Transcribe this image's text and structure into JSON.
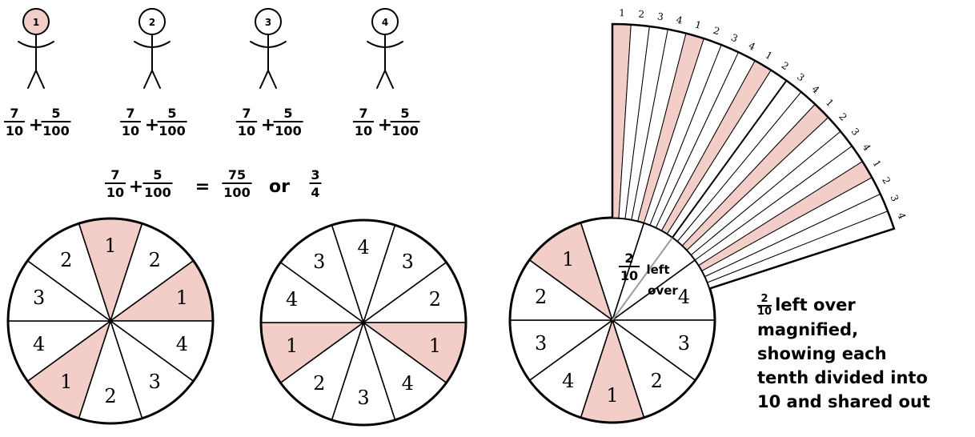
{
  "colors": {
    "shade": "#f3cdc8",
    "line": "#000000",
    "divider": "#9a9a9a"
  },
  "people": [
    {
      "label": "1",
      "shaded": true,
      "frac_a": {
        "num": "7",
        "den": "10"
      },
      "op": "+",
      "frac_b": {
        "num": "5",
        "den": "100"
      }
    },
    {
      "label": "2",
      "shaded": false,
      "frac_a": {
        "num": "7",
        "den": "10"
      },
      "op": "+",
      "frac_b": {
        "num": "5",
        "den": "100"
      }
    },
    {
      "label": "3",
      "shaded": false,
      "frac_a": {
        "num": "7",
        "den": "10"
      },
      "op": "+",
      "frac_b": {
        "num": "5",
        "den": "100"
      }
    },
    {
      "label": "4",
      "shaded": false,
      "frac_a": {
        "num": "7",
        "den": "10"
      },
      "op": "+",
      "frac_b": {
        "num": "5",
        "den": "100"
      }
    }
  ],
  "equation": {
    "frac_a": {
      "num": "7",
      "den": "10"
    },
    "plus": "+",
    "frac_b": {
      "num": "5",
      "den": "100"
    },
    "equals": "=",
    "result": {
      "num": "75",
      "den": "100"
    },
    "or": "or",
    "simplified": {
      "num": "3",
      "den": "4"
    }
  },
  "circles": [
    {
      "sectors": [
        {
          "label": "1",
          "shaded": true
        },
        {
          "label": "2",
          "shaded": false
        },
        {
          "label": "1",
          "shaded": true
        },
        {
          "label": "4",
          "shaded": false
        },
        {
          "label": "3",
          "shaded": false
        },
        {
          "label": "2",
          "shaded": false
        },
        {
          "label": "1",
          "shaded": true
        },
        {
          "label": "4",
          "shaded": false
        },
        {
          "label": "3",
          "shaded": false
        },
        {
          "label": "2",
          "shaded": false
        }
      ]
    },
    {
      "sectors": [
        {
          "label": "4",
          "shaded": false
        },
        {
          "label": "3",
          "shaded": false
        },
        {
          "label": "2",
          "shaded": false
        },
        {
          "label": "1",
          "shaded": true
        },
        {
          "label": "4",
          "shaded": false
        },
        {
          "label": "3",
          "shaded": false
        },
        {
          "label": "2",
          "shaded": false
        },
        {
          "label": "1",
          "shaded": true
        },
        {
          "label": "4",
          "shaded": false
        },
        {
          "label": "3",
          "shaded": false
        }
      ]
    },
    {
      "sectors": [
        {
          "label": "",
          "shaded": false
        },
        {
          "label": "",
          "shaded": false
        },
        {
          "label": "4",
          "shaded": false
        },
        {
          "label": "3",
          "shaded": false
        },
        {
          "label": "2",
          "shaded": false
        },
        {
          "label": "1",
          "shaded": true
        },
        {
          "label": "4",
          "shaded": false
        },
        {
          "label": "3",
          "shaded": false
        },
        {
          "label": "2",
          "shaded": false
        },
        {
          "label": "1",
          "shaded": true
        }
      ]
    }
  ],
  "left_over": {
    "num": "2",
    "den": "10",
    "word1": "left",
    "word2": "over"
  },
  "fan": {
    "labels": [
      "1",
      "2",
      "3",
      "4",
      "1",
      "2",
      "3",
      "4",
      "1",
      "2",
      "3",
      "4",
      "1",
      "2",
      "3",
      "4",
      "1",
      "2",
      "3",
      "4"
    ],
    "shaded_strips": [
      0,
      4,
      8,
      12,
      16
    ]
  },
  "caption": {
    "frac_num": "2",
    "frac_den": "10",
    "lines": [
      "left over",
      "magnified,",
      "showing each",
      "tenth divided into",
      "10 and shared out"
    ]
  }
}
